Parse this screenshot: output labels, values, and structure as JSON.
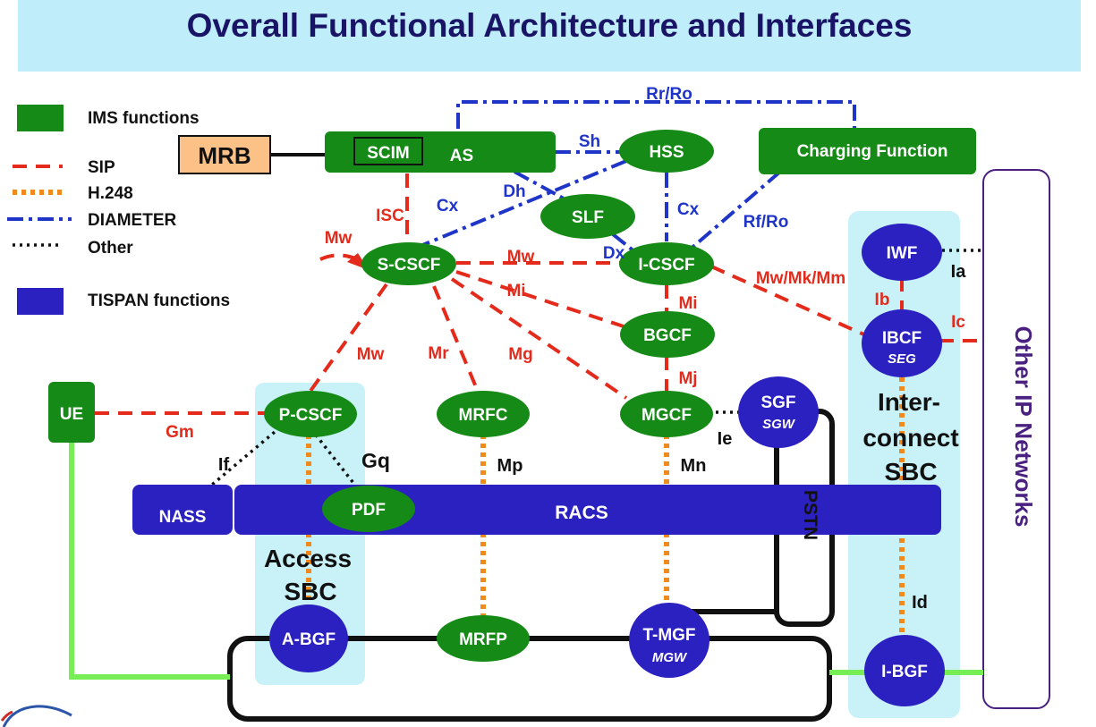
{
  "title": "Overall Functional Architecture and Interfaces",
  "legend": {
    "ims": "IMS functions",
    "sip": "SIP",
    "h248": "H.248",
    "diameter": "DIAMETER",
    "other": "Other",
    "tispan": "TISPAN functions"
  },
  "nodes": {
    "mrb": "MRB",
    "scim": "SCIM",
    "as": "AS",
    "hss": "HSS",
    "charging": "Charging Function",
    "slf": "SLF",
    "scscf": "S-CSCF",
    "icscf": "I-CSCF",
    "bgcf": "BGCF",
    "iwf": "IWF",
    "ibcf": "IBCF",
    "seg": "SEG",
    "ue": "UE",
    "pcscf": "P-CSCF",
    "mrfc": "MRFC",
    "mgcf": "MGCF",
    "sgf": "SGF",
    "sgw": "SGW",
    "nass": "NASS",
    "pdf": "PDF",
    "racs": "RACS",
    "pstn": "PSTN",
    "abgf": "A-BGF",
    "mrfp": "MRFP",
    "tmgf": "T-MGF",
    "mgw": "MGW",
    "ibgf": "I-BGF"
  },
  "labels": {
    "rr_ro": "Rr/Ro",
    "sh": "Sh",
    "dh": "Dh",
    "cx1": "Cx",
    "cx2": "Cx",
    "rf_ro": "Rf/Ro",
    "dx": "Dx",
    "isc": "ISC",
    "mw1": "Mw",
    "mw2": "Mw",
    "mw3": "Mw",
    "mi1": "Mi",
    "mi2": "Mi",
    "mr": "Mr",
    "mg": "Mg",
    "mj": "Mj",
    "mw_mk_mm": "Mw/Mk/Mm",
    "ib": "Ib",
    "ic": "Ic",
    "ia": "Ia",
    "gm": "Gm",
    "if": "If",
    "gq": "Gq",
    "mp": "Mp",
    "mn": "Mn",
    "ie": "Ie",
    "id": "Id"
  },
  "regions": {
    "access_sbc_1": "Access",
    "access_sbc_2": "SBC",
    "interconnect_1": "Inter-",
    "interconnect_2": "connect",
    "interconnect_3": "SBC",
    "other_ip_networks": "Other IP Networks"
  },
  "colors": {
    "ims_green": "#168a16",
    "tispan_blue": "#2b20c0",
    "sip_red": "#e32a1b",
    "h248_orange": "#f08a1c",
    "diameter_blue": "#1e35c8",
    "header_bg": "#bfeefa",
    "title_navy": "#1a1466",
    "other_ip_purple": "#4a2080"
  }
}
